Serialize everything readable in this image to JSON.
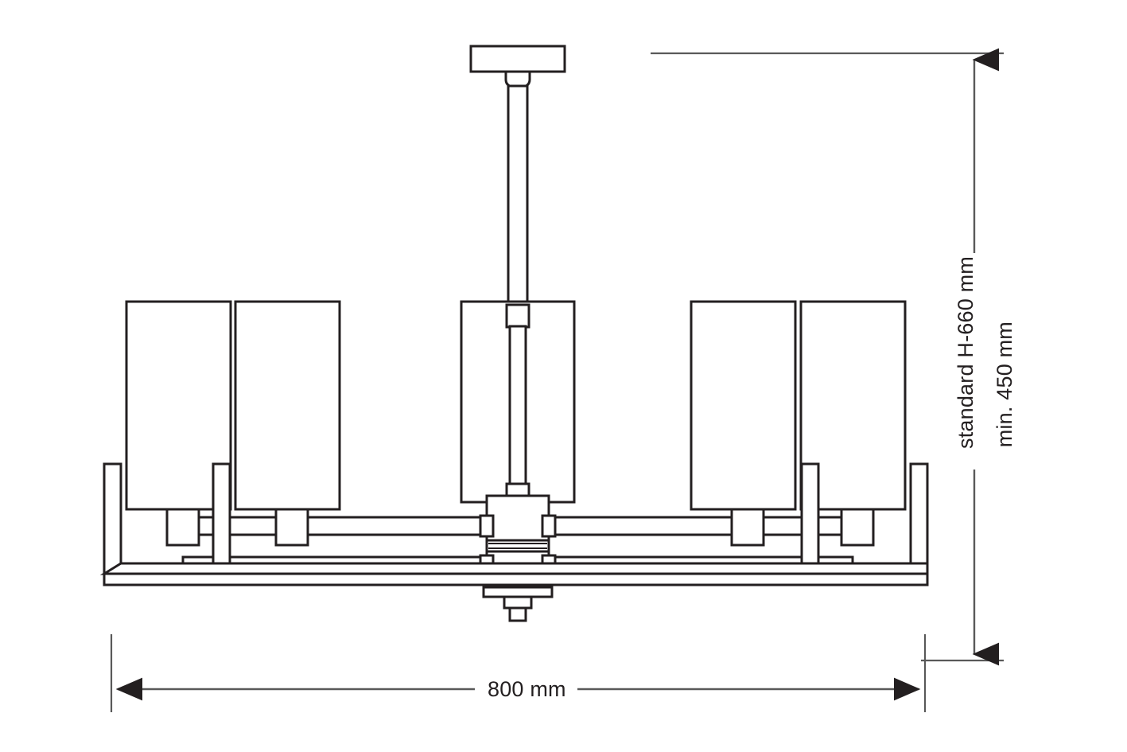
{
  "drawing": {
    "title": "Chandelier elevation drawing",
    "subject": "5-light rectangular-shade chandelier with ceiling rod",
    "line_color": "#231f20",
    "dimension_line_color": "#595959",
    "background_color": "#ffffff"
  },
  "dimensions": {
    "width": {
      "label": "800 mm",
      "value": 800,
      "unit": "mm",
      "orientation": "horizontal"
    },
    "height_standard": {
      "label": "standard H-660 mm",
      "value": 660,
      "unit": "mm",
      "orientation": "vertical"
    },
    "height_min": {
      "label": "min. 450 mm",
      "value": 450,
      "unit": "mm",
      "orientation": "vertical"
    }
  },
  "parts": {
    "ceiling_plate": "ceiling-mount-plate",
    "suspension_rod": "suspension-rod",
    "center_hub": "center-hub-body",
    "finial": "bottom-finial",
    "shade_count": 5,
    "arm_rails": "horizontal-arm-rails",
    "frame_posts": "vertical-frame-posts",
    "base_rail": "base-rail"
  }
}
